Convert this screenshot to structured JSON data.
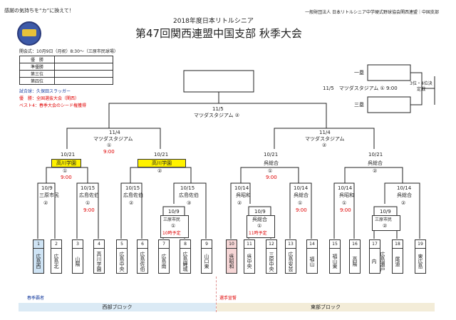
{
  "header": {
    "slogan": "感謝の気持ちを“カ”に換えて！",
    "org": "一般財団法人 日本リトルシニア中学硬式野球協会関西連盟｜中国支部",
    "subtitle": "2018年度日本リトルシニア",
    "title": "第47回関西連盟中国支部 秋季大会"
  },
  "info": {
    "opening": "開会式：10月9日（月祝）8:30～（三原市民球場）",
    "results": [
      {
        "label": "優　勝",
        "value": ""
      },
      {
        "label": "準優勝",
        "value": ""
      },
      {
        "label": "第三位",
        "value": ""
      },
      {
        "label": "第四位",
        "value": ""
      }
    ],
    "notes": [
      {
        "text": "試合球：久保田スラッガー",
        "color": "#1a3fa0"
      },
      {
        "text": "優　勝：全国選抜大会（関西）",
        "color": "#e00000"
      },
      {
        "text": "ベスト4：春季大会のシード権獲得",
        "color": "#e00000"
      }
    ]
  },
  "finals": {
    "date": "11/5",
    "venue": "マツダスタジアム ②",
    "third_place_label": "3位・4位決定戦",
    "third_date_venue": "11/5　マツダスタジアム ① 9:00",
    "ichirui": "一塁",
    "sanrui": "三塁"
  },
  "semis": [
    {
      "date": "11/4",
      "venue": "マツダスタジアム",
      "slot": "①",
      "time": "9:00"
    },
    {
      "date": "11/4",
      "venue": "マツダスタジアム",
      "slot": "②",
      "time": ""
    }
  ],
  "quarters": [
    {
      "date": "10/21",
      "venue": "高川学園",
      "slot": "①",
      "time": "9:00"
    },
    {
      "date": "10/21",
      "venue": "高川学園",
      "slot": "②",
      "time": ""
    },
    {
      "date": "10/21",
      "venue": "呉総合",
      "slot": "①",
      "time": "9:00"
    },
    {
      "date": "10/21",
      "venue": "呉総合",
      "slot": "②",
      "time": ""
    }
  ],
  "round2": [
    {
      "date": "10/9",
      "venue": "三原市民",
      "slot": "②",
      "time": ""
    },
    {
      "date": "10/15",
      "venue": "広島佐伯",
      "slot": "①",
      "time": "9:00"
    },
    {
      "date": "10/15",
      "venue": "広島佐伯",
      "slot": "②",
      "time": ""
    },
    {
      "date": "10/15",
      "venue": "広島佐伯",
      "slot": "③",
      "time": ""
    },
    {
      "date": "10/14",
      "venue": "呉昭和",
      "slot": "②",
      "time": ""
    },
    {
      "date": "10/14",
      "venue": "呉総合",
      "slot": "①",
      "time": "9:00"
    },
    {
      "date": "10/14",
      "venue": "呉昭和",
      "slot": "①",
      "time": "9:00"
    },
    {
      "date": "10/14",
      "venue": "呉総合",
      "slot": "②",
      "time": ""
    }
  ],
  "round1": [
    {
      "date": "10/9",
      "venue": "三原市民",
      "slot": "①",
      "time": "10時予定"
    },
    {
      "date": "10/9",
      "venue": "呉総合",
      "slot": "①",
      "time": "11時予定"
    },
    {
      "date": "10/9",
      "venue": "三原市民",
      "slot": "②",
      "time": ""
    }
  ],
  "teams": [
    {
      "num": "1",
      "name": "広島西"
    },
    {
      "num": "2",
      "name": "広島北"
    },
    {
      "num": "3",
      "name": "山陽"
    },
    {
      "num": "4",
      "name": "高川学園"
    },
    {
      "num": "5",
      "name": "広島中央"
    },
    {
      "num": "6",
      "name": "広島佐伯"
    },
    {
      "num": "7",
      "name": "広島南"
    },
    {
      "num": "8",
      "name": "広島鯉城"
    },
    {
      "num": "9",
      "name": "山口東"
    },
    {
      "num": "10",
      "name": "呉昭和"
    },
    {
      "num": "11",
      "name": "呉中央"
    },
    {
      "num": "12",
      "name": "三原中央"
    },
    {
      "num": "13",
      "name": "広島安芸"
    },
    {
      "num": "14",
      "name": "福山"
    },
    {
      "num": "15",
      "name": "福山東"
    },
    {
      "num": "16",
      "name": "高陽"
    },
    {
      "num": "17",
      "name": "広島瀬戸内"
    },
    {
      "num": "18",
      "name": "尾道"
    },
    {
      "num": "19",
      "name": "東広島"
    }
  ],
  "footer": {
    "champion_note": "春季覇者",
    "runner_note": "選手宣誓",
    "west_block": "西部ブロック",
    "east_block": "東部ブロック"
  }
}
